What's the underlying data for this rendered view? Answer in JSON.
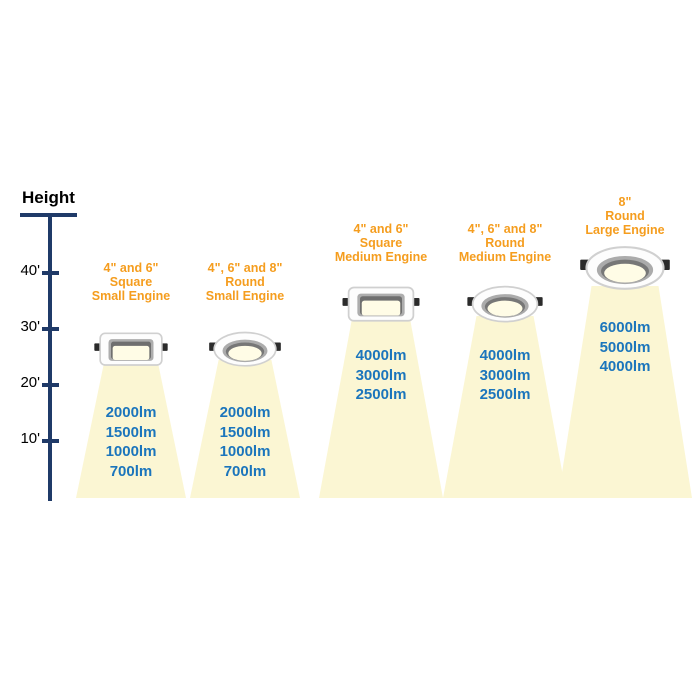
{
  "axis": {
    "label": "Height",
    "ticks": [
      "40'",
      "30'",
      "20'",
      "10'"
    ]
  },
  "fixtures": [
    {
      "shape": "square",
      "title_lines": [
        "4\" and 6\"",
        "Square",
        "Small Engine"
      ],
      "lumens": [
        "2000lm",
        "1500lm",
        "1000lm",
        "700lm"
      ]
    },
    {
      "shape": "round",
      "title_lines": [
        "4\", 6\" and 8\"",
        "Round",
        "Small Engine"
      ],
      "lumens": [
        "2000lm",
        "1500lm",
        "1000lm",
        "700lm"
      ]
    },
    {
      "shape": "square",
      "title_lines": [
        "4\" and 6\"",
        "Square",
        "Medium Engine"
      ],
      "lumens": [
        "4000lm",
        "3000lm",
        "2500lm"
      ]
    },
    {
      "shape": "round",
      "title_lines": [
        "4\", 6\" and 8\"",
        "Round",
        "Medium Engine"
      ],
      "lumens": [
        "4000lm",
        "3000lm",
        "2500lm"
      ]
    },
    {
      "shape": "round",
      "title_lines": [
        "8\"",
        "Round",
        "Large Engine"
      ],
      "lumens": [
        "6000lm",
        "5000lm",
        "4000lm"
      ]
    }
  ],
  "colors": {
    "orange": "#F59D1E",
    "blue": "#1B75BC",
    "axis": "#1F3A68",
    "cone": "#FBF6D3"
  }
}
